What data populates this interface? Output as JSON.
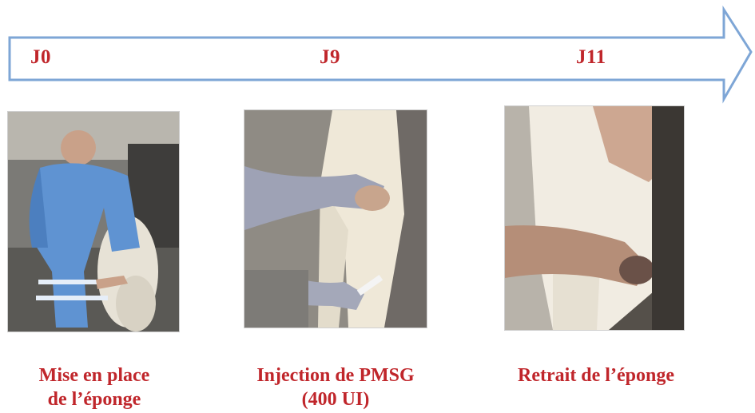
{
  "timeline": {
    "color": "#7ea6d6",
    "steps": [
      {
        "day": "J0",
        "caption_lines": [
          "Mise en place",
          "de l’éponge"
        ],
        "photo": "technician inserting sponge into ewe"
      },
      {
        "day": "J9",
        "caption_lines": [
          "Injection de PMSG",
          "(400 UI)"
        ],
        "photo": "syringe injection into ewe's leg"
      },
      {
        "day": "J11",
        "caption_lines": [
          "Retrait de l’éponge"
        ],
        "photo": "removal of vaginal sponge"
      }
    ]
  },
  "colors": {
    "label": "#c0262b",
    "arrow_outline": "#7ea6d6",
    "arrow_fill": "#ffffff"
  }
}
